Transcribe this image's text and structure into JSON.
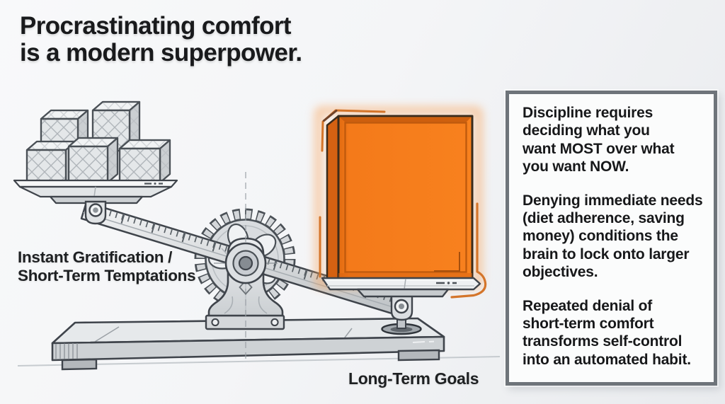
{
  "title": {
    "line1": "Procrastinating comfort",
    "line2": "is a modern superpower."
  },
  "diagram": {
    "left_label_line1": "Instant Gratification /",
    "left_label_line2": "Short-Term Temptations",
    "right_label": "Long-Term Goals"
  },
  "info_box": {
    "paragraphs": [
      "Discipline requires\ndeciding what you\nwant MOST over what\nyou want NOW.",
      "Denying immediate needs\n(diet adherence, saving\nmoney) conditions the\nbrain to lock onto larger\nobjectives.",
      "Repeated denial of\nshort-term comfort\ntransforms self-control\ninto an automated habit."
    ]
  },
  "colors": {
    "accent_orange": "#f57b1c",
    "accent_orange_dark": "#d4752a",
    "metal_gray": "#d5d8db",
    "outline_dark": "#3f444b",
    "info_border": "#6e747a",
    "text": "#191a1c",
    "background": "#f3f4f6"
  }
}
